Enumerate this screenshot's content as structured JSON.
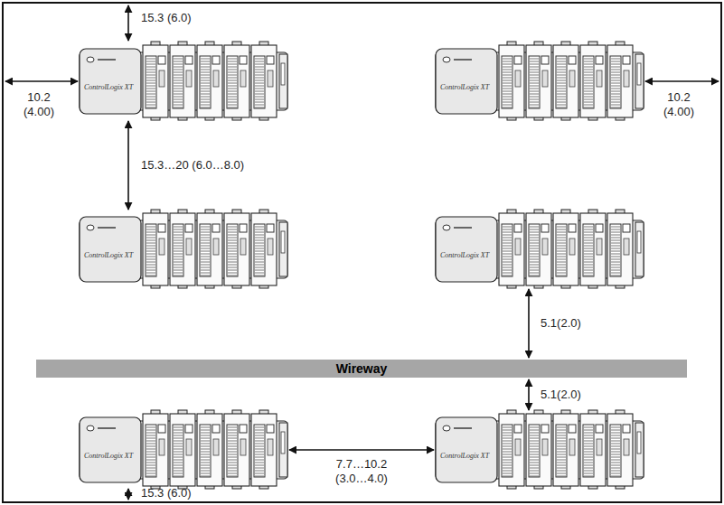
{
  "diagram": {
    "nodes": [
      {
        "text": [
          "Wireway"
        ]
      }
    ],
    "labels": [
      "15.3 (6.0)",
      "10.2 (4.00)",
      "15.3…20 (6.0…8.0)",
      "10.2 (4.00)",
      "5.1(2.0)",
      "5.1(2.0)",
      "7.7…10.2 (3.0…4.0)",
      "15.3 (6.0)",
      "ControlLogix XT",
      "ControlLogix XT",
      "ControlLogix XT",
      "ControlLogix XT",
      "ControlLogix XT",
      "ControlLogix XT"
    ]
  }
}
